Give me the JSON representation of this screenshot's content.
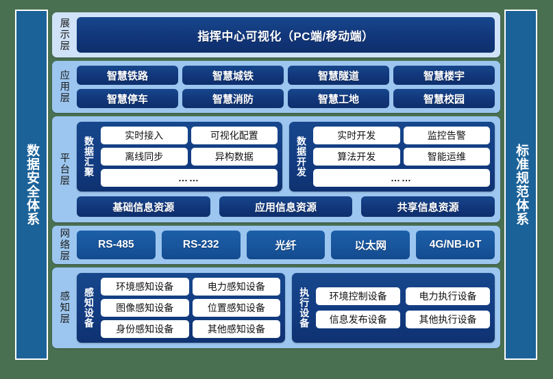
{
  "pillars": {
    "left": {
      "label": "数据安全体系"
    },
    "right": {
      "label": "标准规范体系"
    }
  },
  "layers": {
    "display": {
      "label": "展示层",
      "bar": "指挥中心可视化（PC端/移动端）"
    },
    "application": {
      "label": "应用层",
      "items": [
        "智慧铁路",
        "智慧城铁",
        "智慧隧道",
        "智慧楼宇",
        "智慧停车",
        "智慧消防",
        "智慧工地",
        "智慧校园"
      ]
    },
    "platform": {
      "label": "平台层",
      "groups": [
        {
          "label": "数据汇聚",
          "items": [
            "实时接入",
            "可视化配置",
            "离线同步",
            "异构数据"
          ],
          "more": "……"
        },
        {
          "label": "数据开发",
          "items": [
            "实时开发",
            "监控告警",
            "算法开发",
            "智能运维"
          ],
          "more": "……"
        }
      ],
      "resources": [
        "基础信息资源",
        "应用信息资源",
        "共享信息资源"
      ]
    },
    "network": {
      "label": "网络层",
      "items": [
        "RS-485",
        "RS-232",
        "光纤",
        "以太网",
        "4G/NB-IoT"
      ]
    },
    "sensing": {
      "label": "感知层",
      "groups": [
        {
          "label": "感知设备",
          "items": [
            "环境感知设备",
            "电力感知设备",
            "图像感知设备",
            "位置感知设备",
            "身份感知设备",
            "其他感知设备"
          ]
        },
        {
          "label": "执行设备",
          "items": [
            "环境控制设备",
            "电力执行设备",
            "信息发布设备",
            "其他执行设备"
          ]
        }
      ]
    }
  },
  "colors": {
    "background": "#4a7052",
    "pillar": "#1b6299",
    "band_pale": "#cfe2f7",
    "band_mid": "#9cc6ef",
    "pill_navy": "#123b80",
    "pill_blue": "#18549b",
    "box_white": "#ffffff"
  }
}
